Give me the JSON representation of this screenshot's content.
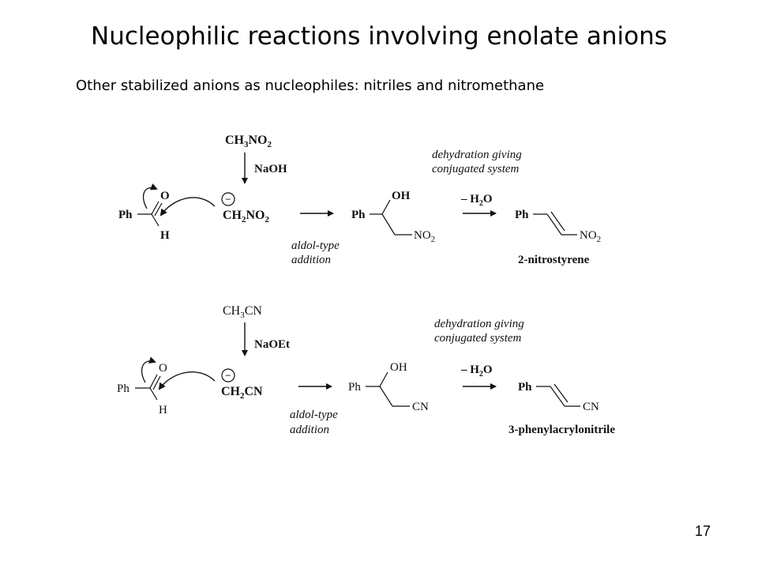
{
  "slide": {
    "title": "Nucleophilic reactions involving enolate anions",
    "subtitle": "Other stabilized anions as nucleophiles: nitriles and nitromethane",
    "page_number": "17"
  },
  "scheme1": {
    "reagent_formula": {
      "pre": "CH",
      "s1": "3",
      "mid": "NO",
      "s2": "2"
    },
    "base": "NaOH",
    "benzaldehyde": {
      "ph": "Ph",
      "o": "O",
      "h": "H"
    },
    "charge": "−",
    "anion": {
      "pre": "CH",
      "s1": "2",
      "mid": "NO",
      "s2": "2"
    },
    "step1_label": [
      "aldol-type",
      "addition"
    ],
    "adduct": {
      "ph": "Ph",
      "oh": "OH",
      "grp": "NO",
      "s": "2"
    },
    "step2_label": [
      "dehydration giving",
      "conjugated system"
    ],
    "water_loss": {
      "pre": "– H",
      "s": "2",
      "post": "O"
    },
    "product": {
      "ph": "Ph",
      "grp": "NO",
      "s": "2"
    },
    "product_name": "2-nitrostyrene"
  },
  "scheme2": {
    "reagent_formula": {
      "pre": "CH",
      "s1": "3",
      "post": "CN"
    },
    "base": "NaOEt",
    "benzaldehyde": {
      "ph": "Ph",
      "o": "O",
      "h": "H"
    },
    "charge": "−",
    "anion": {
      "pre": "CH",
      "s1": "2",
      "post": "CN"
    },
    "step1_label": [
      "aldol-type",
      "addition"
    ],
    "adduct": {
      "ph": "Ph",
      "oh": "OH",
      "grp": "CN"
    },
    "step2_label": [
      "dehydration giving",
      "conjugated system"
    ],
    "water_loss": {
      "pre": "– H",
      "s": "2",
      "post": "O"
    },
    "product": {
      "ph": "Ph",
      "grp": "CN"
    },
    "product_name": "3-phenylacrylonitrile"
  }
}
